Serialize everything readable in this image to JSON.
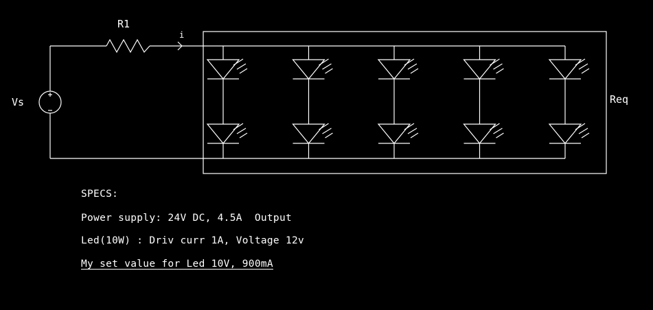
{
  "labels": {
    "resistor": "R1",
    "current": "i",
    "source": "Vs",
    "equivalent": "Req"
  },
  "led_grid": {
    "columns": 5,
    "rows": 2
  },
  "specs": {
    "heading": "SPECS:",
    "power_supply": "Power supply: 24V DC, 4.5A  Output",
    "led": "Led(10W) : Driv curr 1A, Voltage 12v",
    "set_value": "My set value for Led 10V, 900mA"
  }
}
